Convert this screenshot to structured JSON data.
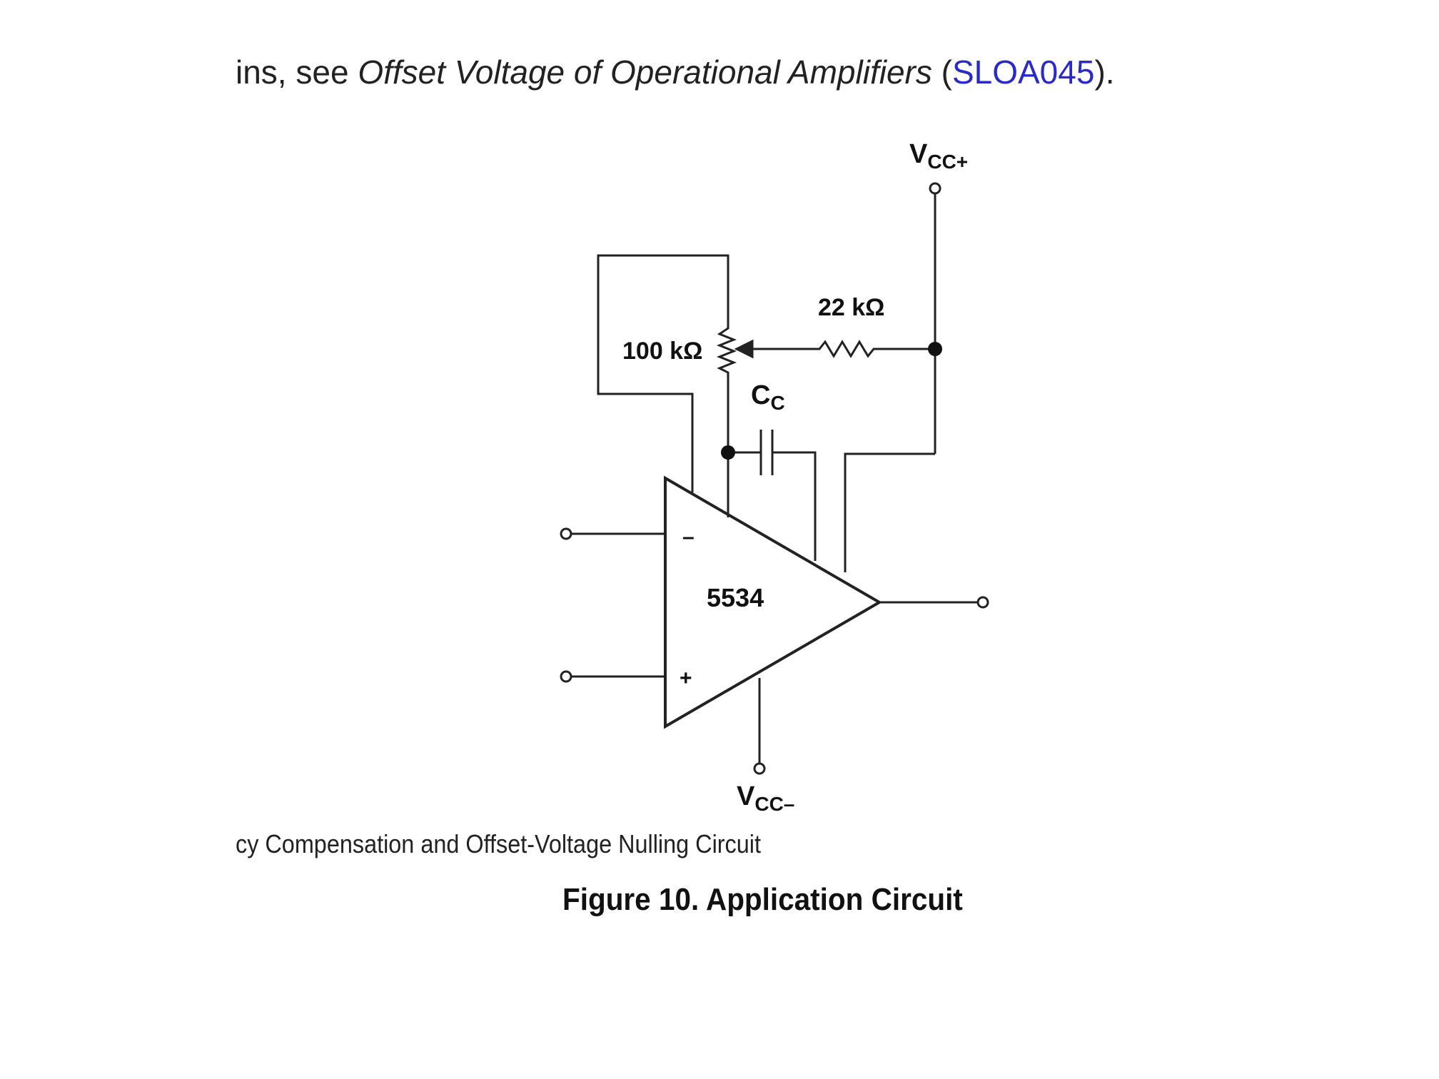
{
  "top_line": {
    "prefix": "ins, see ",
    "italic": "Offset Voltage of Operational Amplifiers",
    "open": " (",
    "link": "SLOA045",
    "close": ")."
  },
  "labels": {
    "vcc_plus_main": "V",
    "vcc_plus_sub": "CC+",
    "vcc_minus_main": "V",
    "vcc_minus_sub": "CC–",
    "r_pot": "100 kΩ",
    "r_fixed": "22 kΩ",
    "cap_main": "C",
    "cap_sub": "C",
    "opamp": "5534",
    "minus_sign": "–",
    "plus_sign": "+"
  },
  "caption": "cy Compensation and Offset-Voltage Nulling Circuit",
  "figure_title": "Figure 10.  Application Circuit"
}
